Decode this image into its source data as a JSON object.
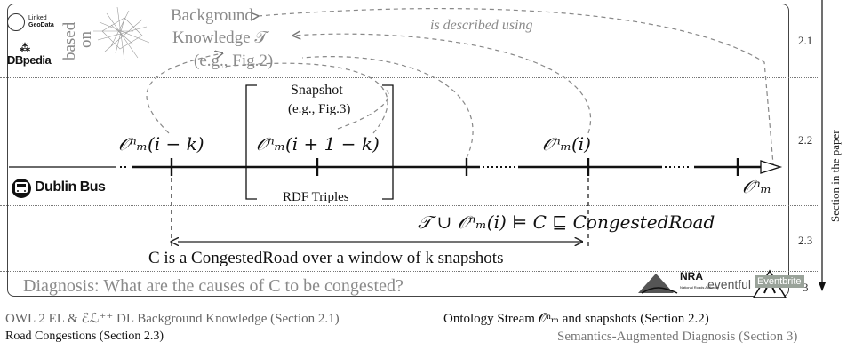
{
  "knowledge": {
    "line1": "Background",
    "line2": "Knowledge 𝒯",
    "line3": "(e.g., Fig.2)",
    "based_on_1": "based",
    "based_on_2": "on",
    "described": "is described using"
  },
  "logos": {
    "geodata_1": "Linked",
    "geodata_2": "GeoData",
    "dbpedia": "DBpedia",
    "dublin": "Dublin Bus",
    "nra": "NRA",
    "nra_sub": "National Roads Authority",
    "eventful": "eventful",
    "eventbrite": "Eventbrite"
  },
  "snapshot": {
    "title": "Snapshot",
    "example": "(e.g., Fig.3)",
    "triples": "RDF Triples"
  },
  "stream": {
    "label_ik": "𝒪ⁿₘ(i − k)",
    "label_i1k": "𝒪ⁿₘ(i + 1 − k)",
    "label_i": "𝒪ⁿₘ(i)",
    "label_end": "𝒪ⁿₘ"
  },
  "congestion": {
    "entailment": "𝒯 ∪ 𝒪ⁿₘ(i) ⊨ C ⊑ CongestedRoad",
    "window": "C is a CongestedRoad over a window of k snapshots"
  },
  "diagnosis": {
    "text": "Diagnosis: What are the causes of C to be congested?"
  },
  "sections": [
    "2.1",
    "2.2",
    "2.3",
    "3"
  ],
  "side_label": "Section in the paper",
  "captions": {
    "c1": "OWL 2 EL & ℰℒ⁺⁺ DL Background Knowledge (Section 2.1)",
    "c2": "Ontology Stream 𝒪ⁿₘ and snapshots (Section 2.2)",
    "c3": "Road Congestions (Section 2.3)",
    "c4": "Semantics-Augmented Diagnosis (Section 3)"
  },
  "colors": {
    "gray_text": "#8a8a8a",
    "dashed": "#8a8a8a",
    "eventbrite": "#9aa39a"
  }
}
